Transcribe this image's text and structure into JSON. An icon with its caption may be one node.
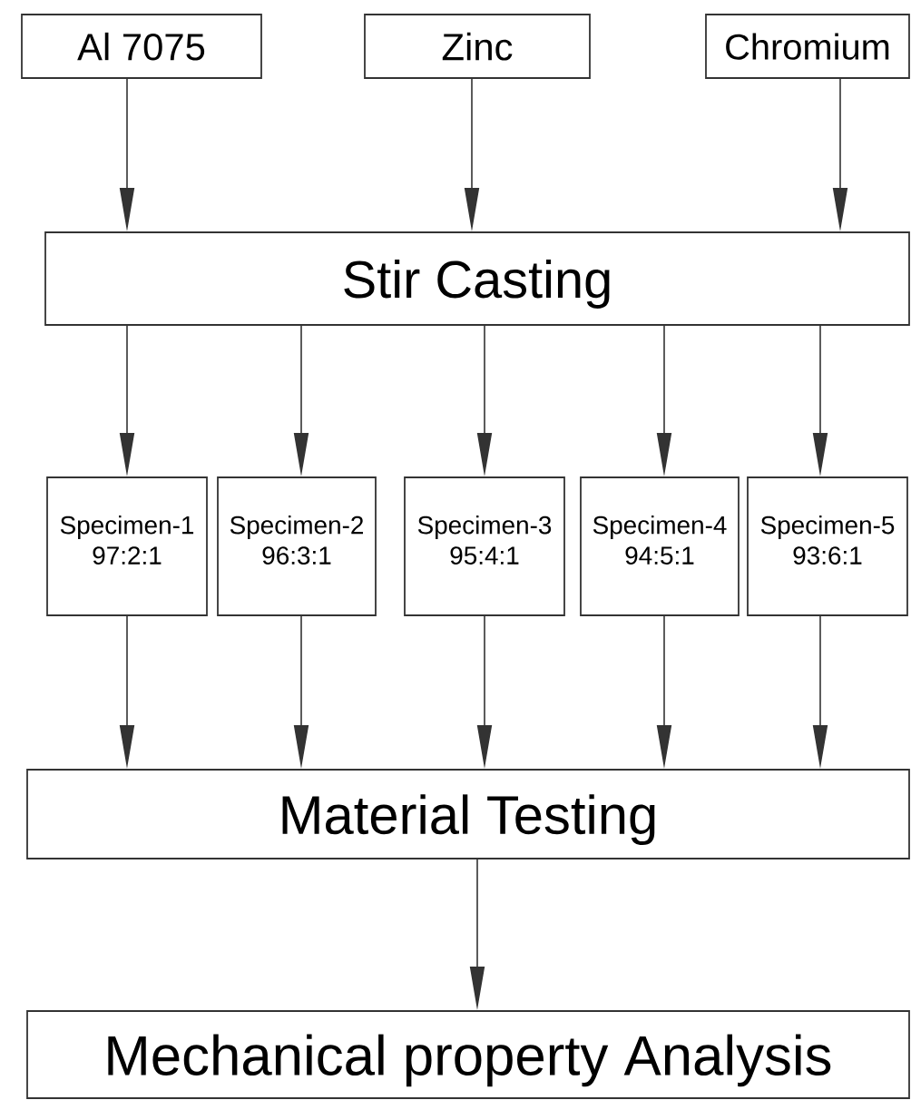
{
  "diagram": {
    "nodes": [
      {
        "text": [
          "Al 7075"
        ]
      },
      {
        "text": [
          "Zinc"
        ]
      },
      {
        "text": [
          "Chromium"
        ]
      },
      {
        "text": [
          "Stir Casting"
        ]
      },
      {
        "text": [
          "Specimen-1",
          "97:2:1"
        ]
      },
      {
        "text": [
          "Specimen-2",
          "96:3:1"
        ]
      },
      {
        "text": [
          "Specimen-3",
          "95:4:1"
        ]
      },
      {
        "text": [
          "Specimen-4",
          "94:5:1"
        ]
      },
      {
        "text": [
          "Specimen-5",
          "93:6:1"
        ]
      },
      {
        "text": [
          "Material Testing"
        ]
      },
      {
        "text": [
          "Mechanical property Analysis"
        ]
      }
    ],
    "edges": [
      {
        "from": 0,
        "to": 3,
        "arrow": "to"
      },
      {
        "from": 1,
        "to": 3,
        "arrow": "to"
      },
      {
        "from": 2,
        "to": 3,
        "arrow": "to"
      },
      {
        "from": 3,
        "to": 4,
        "arrow": "to"
      },
      {
        "from": 3,
        "to": 5,
        "arrow": "to"
      },
      {
        "from": 3,
        "to": 6,
        "arrow": "to"
      },
      {
        "from": 3,
        "to": 7,
        "arrow": "to"
      },
      {
        "from": 3,
        "to": 8,
        "arrow": "to"
      },
      {
        "from": 4,
        "to": 9,
        "arrow": "to"
      },
      {
        "from": 5,
        "to": 9,
        "arrow": "to"
      },
      {
        "from": 6,
        "to": 9,
        "arrow": "to"
      },
      {
        "from": 7,
        "to": 9,
        "arrow": "to"
      },
      {
        "from": 8,
        "to": 9,
        "arrow": "to"
      },
      {
        "from": 9,
        "to": 10,
        "arrow": "to"
      }
    ]
  }
}
